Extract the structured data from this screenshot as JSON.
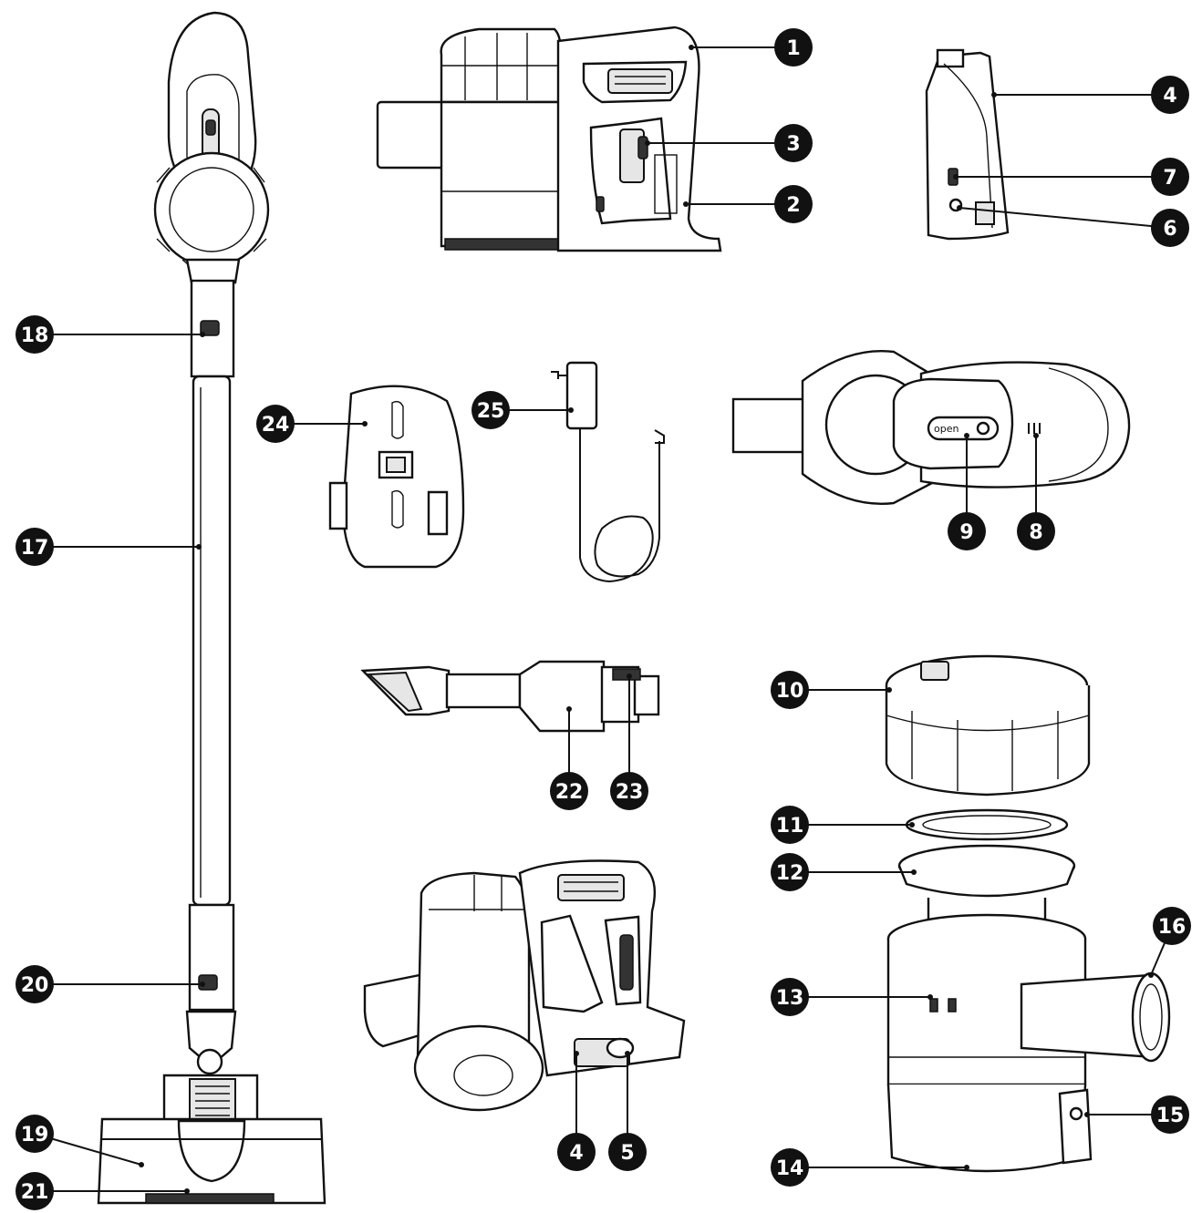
{
  "diagram": {
    "callouts": [
      "1",
      "2",
      "3",
      "4",
      "5",
      "6",
      "7",
      "8",
      "9",
      "10",
      "11",
      "12",
      "13",
      "14",
      "15",
      "16",
      "17",
      "18",
      "19",
      "20",
      "21",
      "22",
      "23",
      "24",
      "25"
    ],
    "labels": {
      "open_button_text": "open"
    }
  }
}
